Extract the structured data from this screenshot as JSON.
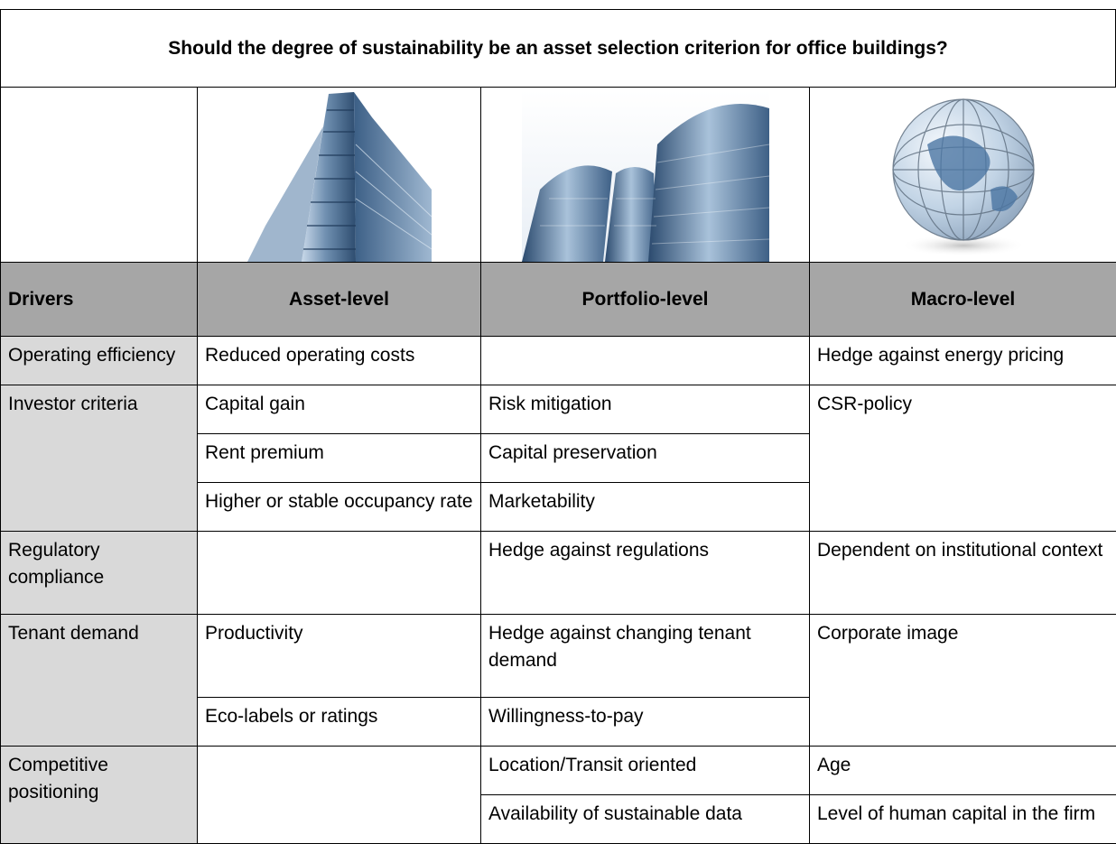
{
  "title": "Should the degree of sustainability be an asset selection criterion for office buildings?",
  "headers": {
    "drivers": "Drivers",
    "asset": "Asset-level",
    "portfolio": "Portfolio-level",
    "macro": "Macro-level"
  },
  "images": {
    "asset": "office-tower-photo",
    "portfolio": "cylindrical-towers-photo",
    "macro": "wireframe-globe-photo"
  },
  "rows": {
    "operating": {
      "driver": "Operating efficiency",
      "asset": "Reduced operating costs",
      "portfolio": "",
      "macro": "Hedge against energy pricing"
    },
    "investor": {
      "driver": "Investor criteria",
      "asset": [
        "Capital gain",
        "Rent premium",
        "Higher or stable occupancy rate"
      ],
      "portfolio": [
        "Risk mitigation",
        "Capital preservation",
        "Marketability"
      ],
      "macro": "CSR-policy"
    },
    "regulatory": {
      "driver": "Regulatory compliance",
      "asset": "",
      "portfolio": "Hedge against regulations",
      "macro": "Dependent on institutional context"
    },
    "tenant": {
      "driver": "Tenant demand",
      "asset": [
        "Productivity",
        "Eco-labels or ratings"
      ],
      "portfolio": [
        "Hedge against changing tenant demand",
        "Willingness-to-pay"
      ],
      "macro": "Corporate image"
    },
    "competitive": {
      "driver": "Competitive positioning",
      "asset": "",
      "portfolio": [
        "Location/Transit oriented",
        "Availability of sustainable data"
      ],
      "macro": [
        "Age",
        "Level of human capital in the firm"
      ]
    }
  },
  "colors": {
    "header_bg": "#a6a6a6",
    "driver_bg": "#d9d9d9",
    "sky_blue": "#6f8fb0"
  }
}
